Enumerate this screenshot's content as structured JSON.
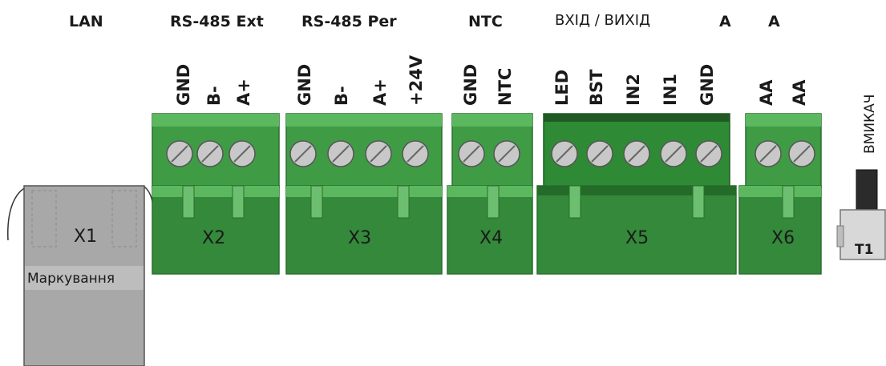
{
  "groups": [
    {
      "title": "LAN"
    },
    {
      "title": "RS-485 Ext"
    },
    {
      "title": "RS-485 Per"
    },
    {
      "title": "NTC"
    },
    {
      "title": "ВХІД / ВИХІД"
    },
    {
      "title": "A"
    },
    {
      "title": "A"
    }
  ],
  "lan": {
    "id": "X1",
    "marking": "Маркування"
  },
  "connectors": [
    {
      "id": "X2",
      "pins": [
        "GND",
        "B-",
        "A+"
      ]
    },
    {
      "id": "X3",
      "pins": [
        "GND",
        "B-",
        "A+",
        "+24V"
      ]
    },
    {
      "id": "X4",
      "pins": [
        "GND",
        "NTC"
      ]
    },
    {
      "id": "X5",
      "pins": [
        "LED",
        "BST",
        "IN2",
        "IN1",
        "GND"
      ]
    },
    {
      "id": "X6",
      "pins": [
        "AA",
        "AA"
      ]
    }
  ],
  "switch": {
    "label": "ВМИКАЧ",
    "id": "T1"
  },
  "colors": {
    "terminal_green": "#3f9c45",
    "terminal_dark": "#2a6d2e",
    "terminal_light": "#5cb85f",
    "screw_gray": "#c8c8c8",
    "lan_gray": "#a8a8a8"
  }
}
